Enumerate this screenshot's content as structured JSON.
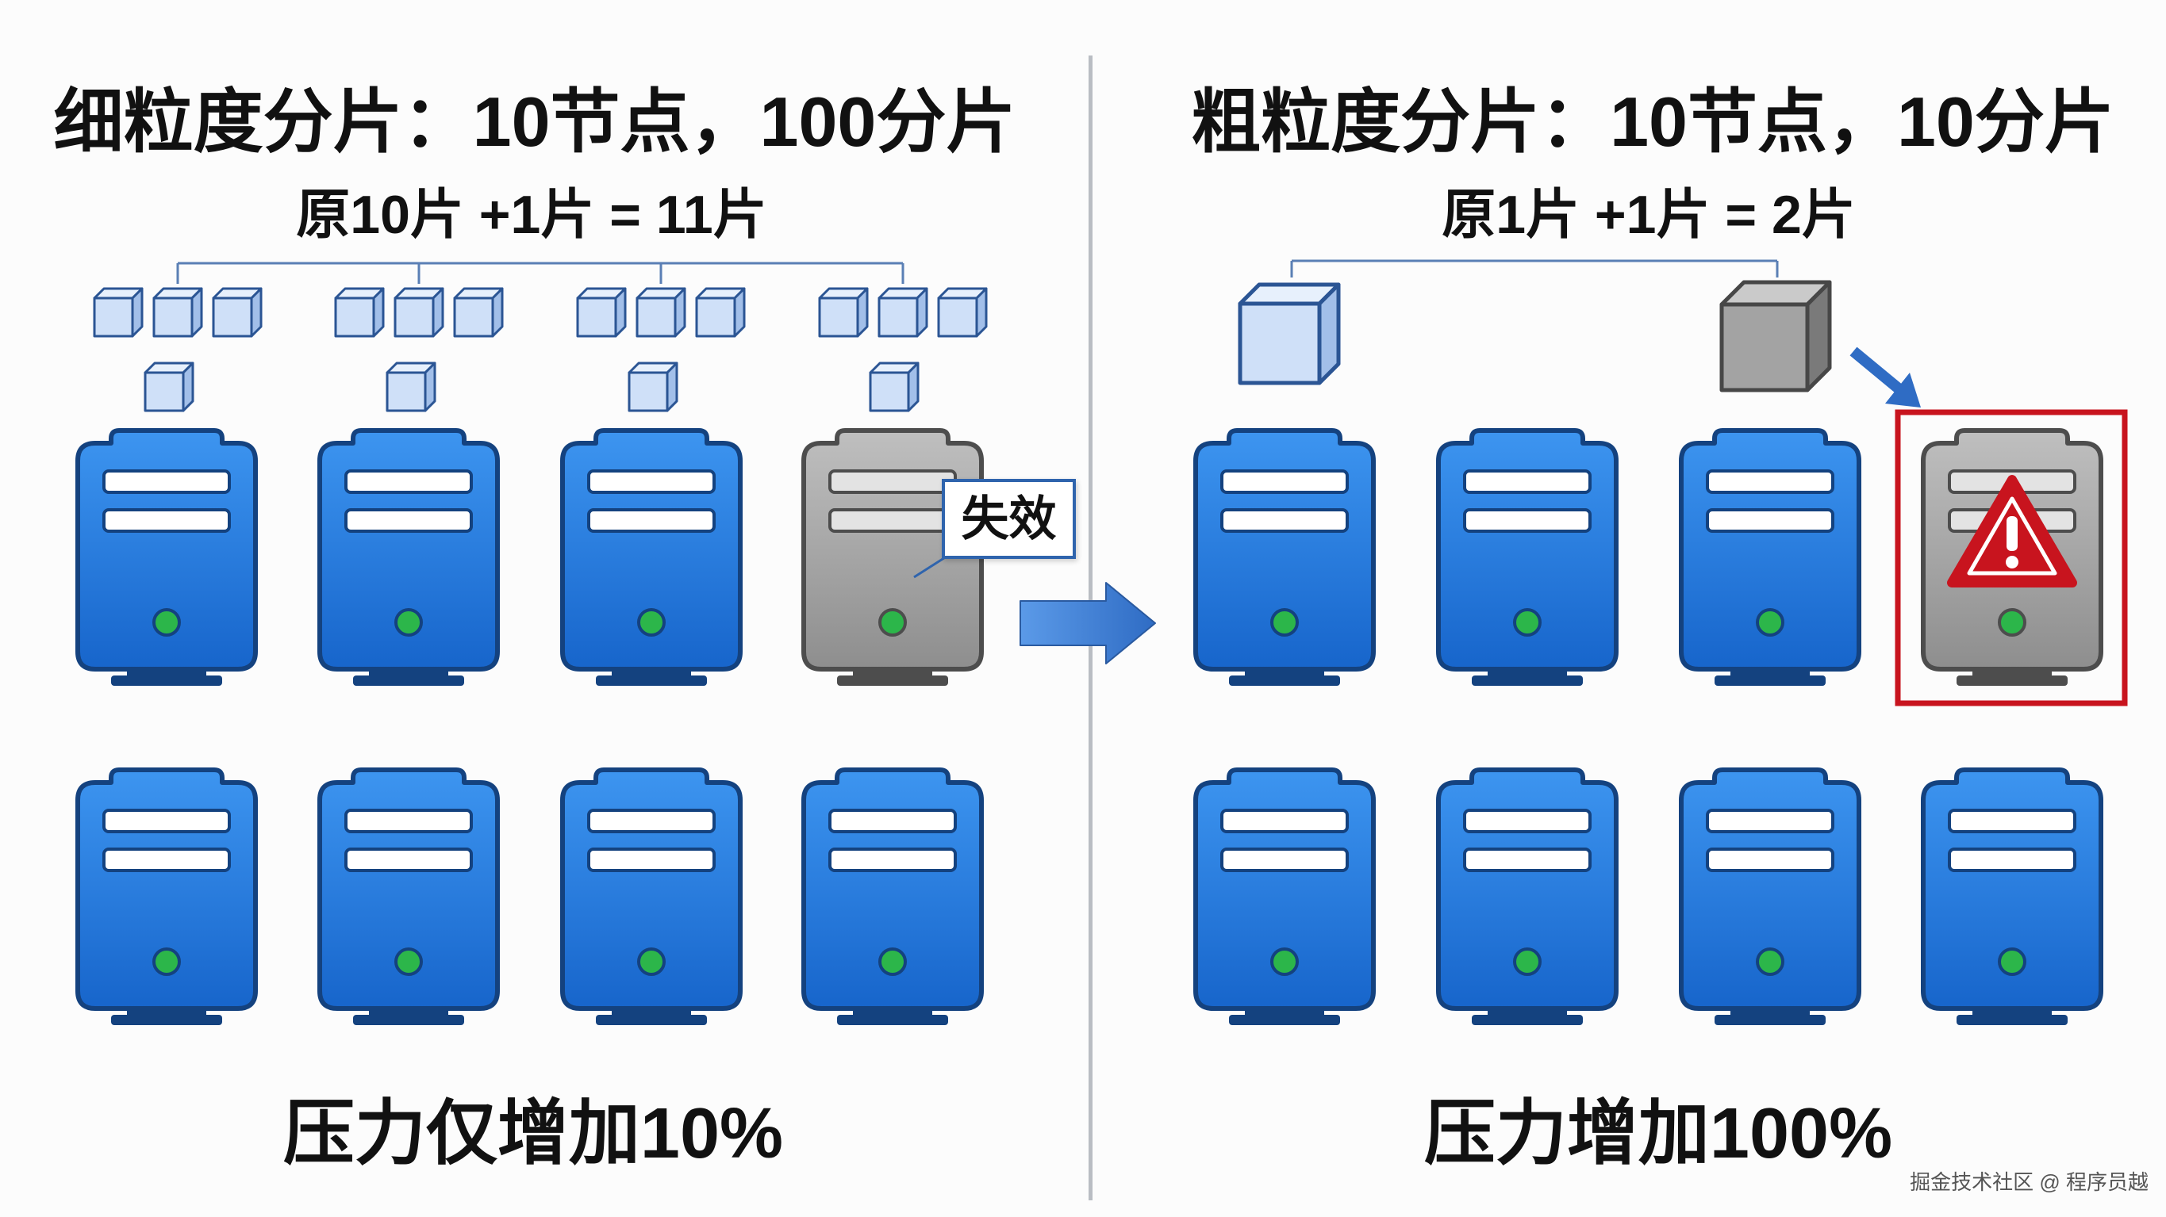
{
  "left": {
    "title": "细粒度分片：10节点，100分片",
    "subtitle": "原10片 +1片 = 11片",
    "failed_label": "失效",
    "result": "压力仅增加10%",
    "shard_groups": [
      3,
      3,
      3,
      3
    ],
    "node_shards": [
      1,
      1,
      1,
      1
    ],
    "servers": [
      [
        "server-icon",
        "server-icon",
        "server-icon",
        "server-failed-icon"
      ],
      [
        "server-icon",
        "server-icon",
        "server-icon",
        "server-icon"
      ]
    ]
  },
  "right": {
    "title": "粗粒度分片：10节点，10分片",
    "subtitle": "原1片 +1片 = 2片",
    "result": "压力增加100%",
    "shards": [
      "cube-icon",
      "cube-gray-icon"
    ],
    "servers": [
      [
        "server-icon",
        "server-icon",
        "server-icon",
        "server-warning-icon"
      ],
      [
        "server-icon",
        "server-icon",
        "server-icon",
        "server-icon"
      ]
    ]
  },
  "watermark": "掘金技术社区 @ 程序员越",
  "icons": {
    "transition_arrow": "arrow-right-icon",
    "move_arrow": "arrow-down-right-icon",
    "alert": "warning-triangle-icon"
  },
  "colors": {
    "server_outline": "#14427f",
    "server_gray_outline": "#4d4d4d",
    "status_green": "#2cb64a",
    "alert_red": "#c8141e",
    "arrow_blue": "#2f6cc4",
    "bracket": "#5a7fb5",
    "divider": "#b9bdc3"
  }
}
